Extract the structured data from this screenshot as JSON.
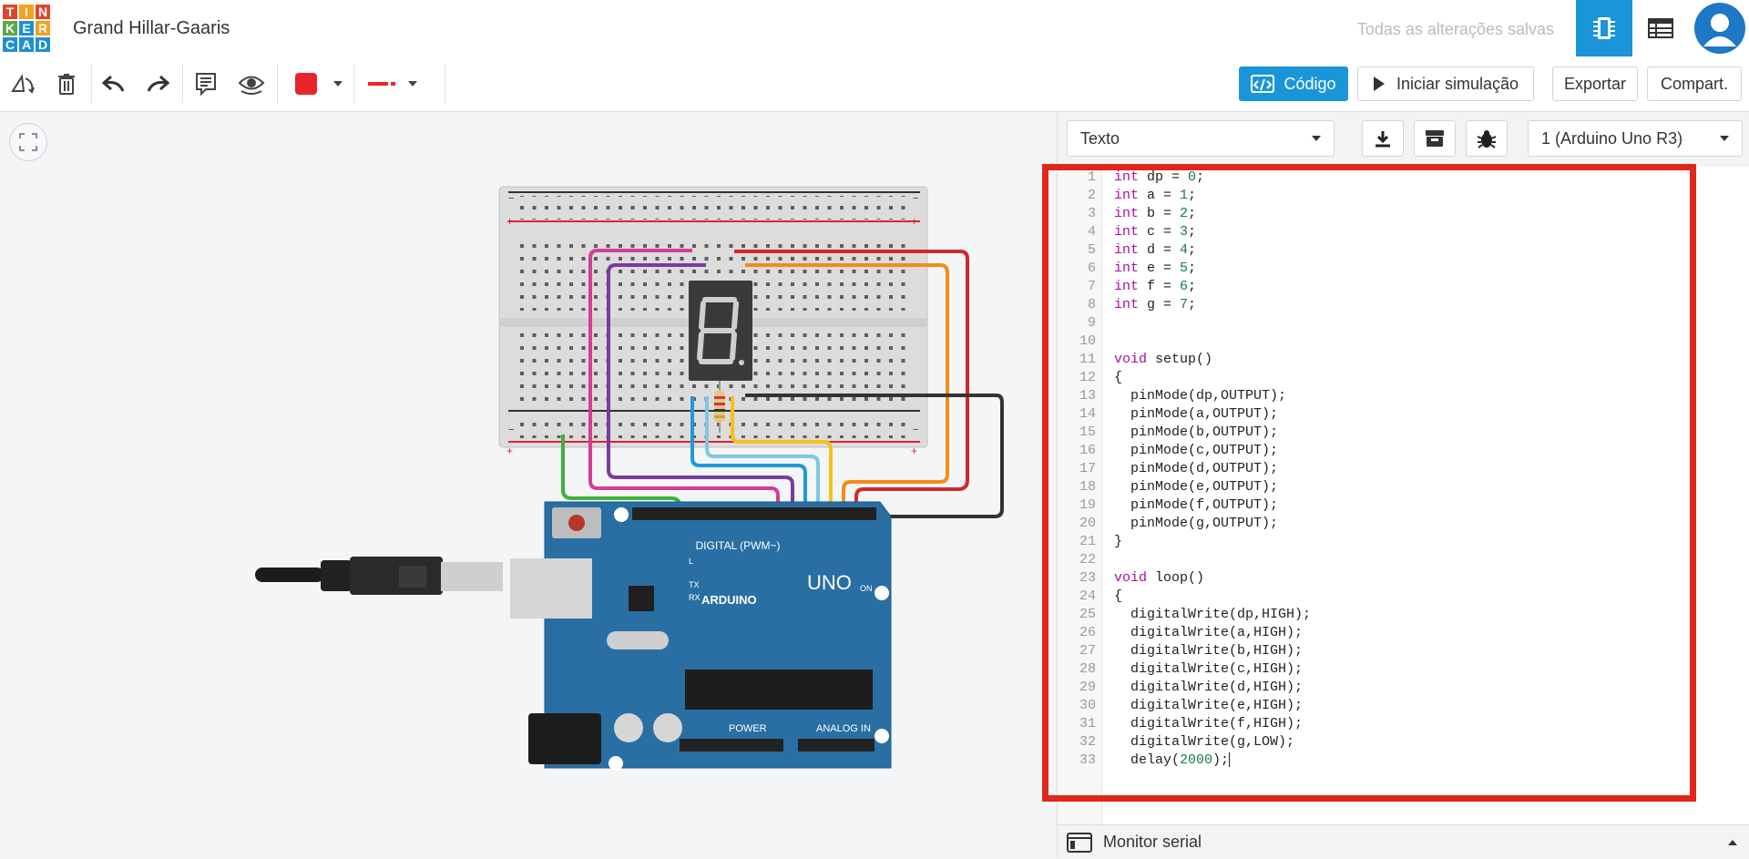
{
  "header": {
    "logo_letters": [
      "T",
      "I",
      "N",
      "K",
      "E",
      "R",
      "C",
      "A",
      "D"
    ],
    "logo_colors": [
      "#e2452b",
      "#f4a11e",
      "#e2452b",
      "#5aa846",
      "#1f8fd2",
      "#f4a11e",
      "#1f8fd2",
      "#1f8fd2",
      "#1f8fd2"
    ],
    "project_name": "Grand Hillar-Gaaris",
    "save_status": "Todas as alterações salvas"
  },
  "toolbar": {
    "code_label": "Código",
    "simulate_label": "Iniciar simulação",
    "export_label": "Exportar",
    "share_label": "Compart.",
    "color_swatch": "#e8262a"
  },
  "code_panel": {
    "mode_label": "Texto",
    "device_label": "1 (Arduino Uno R3)",
    "serial_monitor_label": "Monitor serial"
  },
  "arduino": {
    "brand": "ARDUINO",
    "model": "UNO",
    "digital_label": "DIGITAL (PWM~)",
    "power_label": "POWER",
    "analog_label": "ANALOG IN",
    "on_label": "ON",
    "l_label": "L",
    "tx_label": "TX",
    "rx_label": "RX"
  },
  "code": {
    "lines": [
      "int dp = 0;",
      "int a = 1;",
      "int b = 2;",
      "int c = 3;",
      "int d = 4;",
      "int e = 5;",
      "int f = 6;",
      "int g = 7;",
      "",
      "",
      "void setup()",
      "{",
      "  pinMode(dp,OUTPUT);",
      "  pinMode(a,OUTPUT);",
      "  pinMode(b,OUTPUT);",
      "  pinMode(c,OUTPUT);",
      "  pinMode(d,OUTPUT);",
      "  pinMode(e,OUTPUT);",
      "  pinMode(f,OUTPUT);",
      "  pinMode(g,OUTPUT);",
      "}",
      "",
      "void loop()",
      "{",
      "  digitalWrite(dp,HIGH);",
      "  digitalWrite(a,HIGH);",
      "  digitalWrite(b,HIGH);",
      "  digitalWrite(c,HIGH);",
      "  digitalWrite(d,HIGH);",
      "  digitalWrite(e,HIGH);",
      "  digitalWrite(f,HIGH);",
      "  digitalWrite(g,LOW);",
      "  delay(2000);"
    ]
  },
  "colors": {
    "accent": "#1a95d8",
    "highlight_border": "#e0271a",
    "keyword": "#a8119b",
    "number": "#1a7a43"
  }
}
